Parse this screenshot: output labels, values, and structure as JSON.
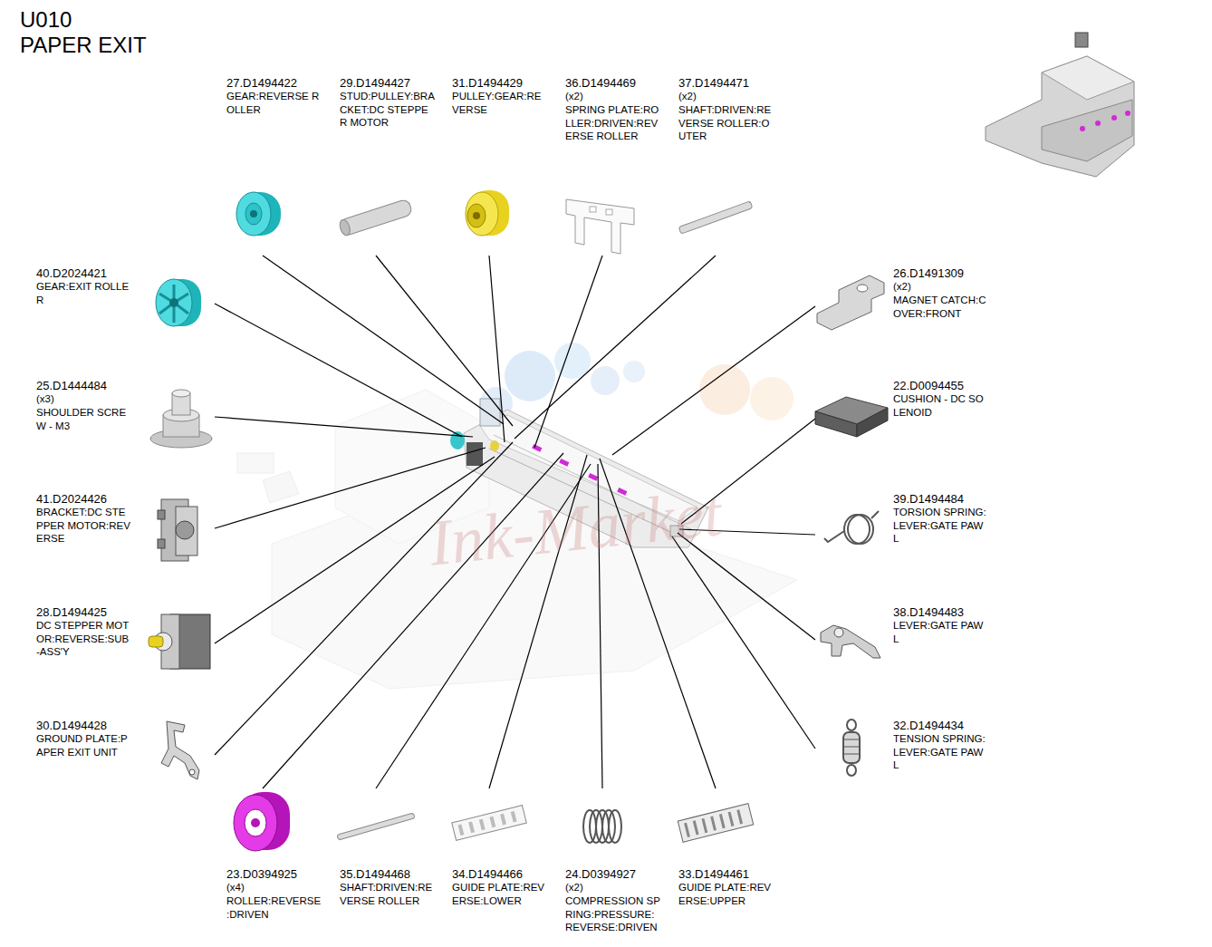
{
  "diagram": {
    "title": "U010 PAPER EXIT",
    "labels": [
      "27.D1494422",
      "GEAR:REVERSE R OLLER",
      "29.D1494427",
      "STUD:PULLEY:BRA CKET:DC STEPPE R MOTOR",
      "31.D1494429",
      "PULLEY:GEAR:RE VERSE",
      "36.D1494469",
      "(x2)",
      "SPRING PLATE:RO LLER:DRIVEN:REV ERSE ROLLER",
      "37.D1494471",
      "(x2)",
      "SHAFT:DRIVEN:RE VERSE ROLLER:O UTER",
      "40.D2024421",
      "GEAR:EXIT ROLLE R",
      "25.D1444484",
      "(x3)",
      "SHOULDER SCRE W - M3",
      "41.D2024426",
      "BRACKET:DC STE PPER MOTOR:REV ERSE",
      "28.D1494425",
      "DC STEPPER MOT OR:REVERSE:SUB -ASS'Y",
      "30.D1494428",
      "GROUND PLATE:P APER EXIT UNIT",
      "26.D1491309",
      "(x2)",
      "MAGNET CATCH:C OVER:FRONT",
      "22.D0094455",
      "CUSHION - DC SO LENOID",
      "39.D1494484",
      "TORSION SPRING: LEVER:GATE PAW L",
      "38.D1494483",
      "LEVER:GATE PAW L",
      "32.D1494434",
      "TENSION SPRING: LEVER:GATE PAW L",
      "23.D0394925",
      "(x4)",
      "ROLLER:REVERSE :DRIVEN",
      "35.D1494468",
      "SHAFT:DRIVEN:RE VERSE ROLLER",
      "34.D1494466",
      "GUIDE PLATE:REV ERSE:LOWER",
      "24.D0394927",
      "(x2)",
      "COMPRESSION SP RING:PRESSURE: REVERSE:DRIVEN",
      "33.D1494461",
      "GUIDE PLATE:REV ERSE:UPPER",
      "Ink-Market"
    ]
  }
}
